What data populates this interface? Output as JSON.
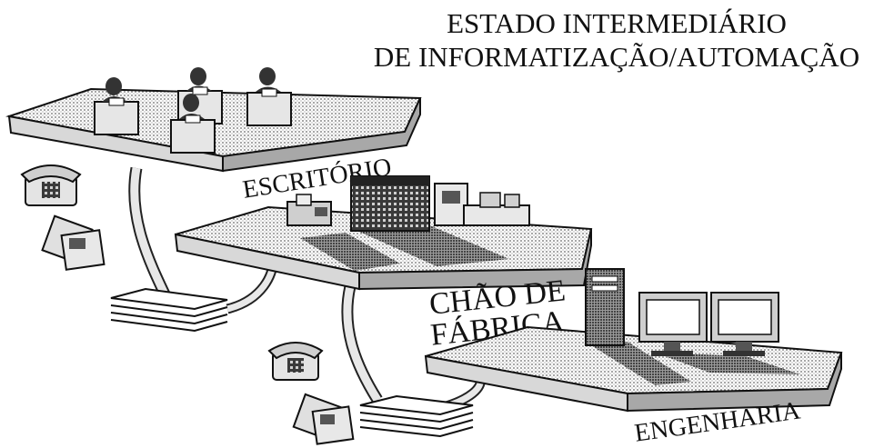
{
  "title": {
    "line1": "ESTADO INTERMEDIÁRIO",
    "line2": "DE INFORMATIZAÇÃO/AUTOMAÇÃO"
  },
  "platforms": {
    "office": {
      "label": "ESCRITÓRIO"
    },
    "factory": {
      "label_line1": "CHÃO DE",
      "label_line2": "FÁBRICA"
    },
    "engineering": {
      "label": "ENGENHARIA"
    }
  },
  "colors": {
    "ink": "#111111",
    "paper": "#ffffff",
    "halftone": "#555555"
  },
  "icons": [
    "telephone-icon",
    "floppy-disks-icon",
    "paper-stack-icon",
    "office-worker-desk-icon",
    "cnc-machine-icon",
    "factory-building-icon",
    "robot-arm-icon",
    "server-tower-icon",
    "computer-monitor-icon"
  ]
}
